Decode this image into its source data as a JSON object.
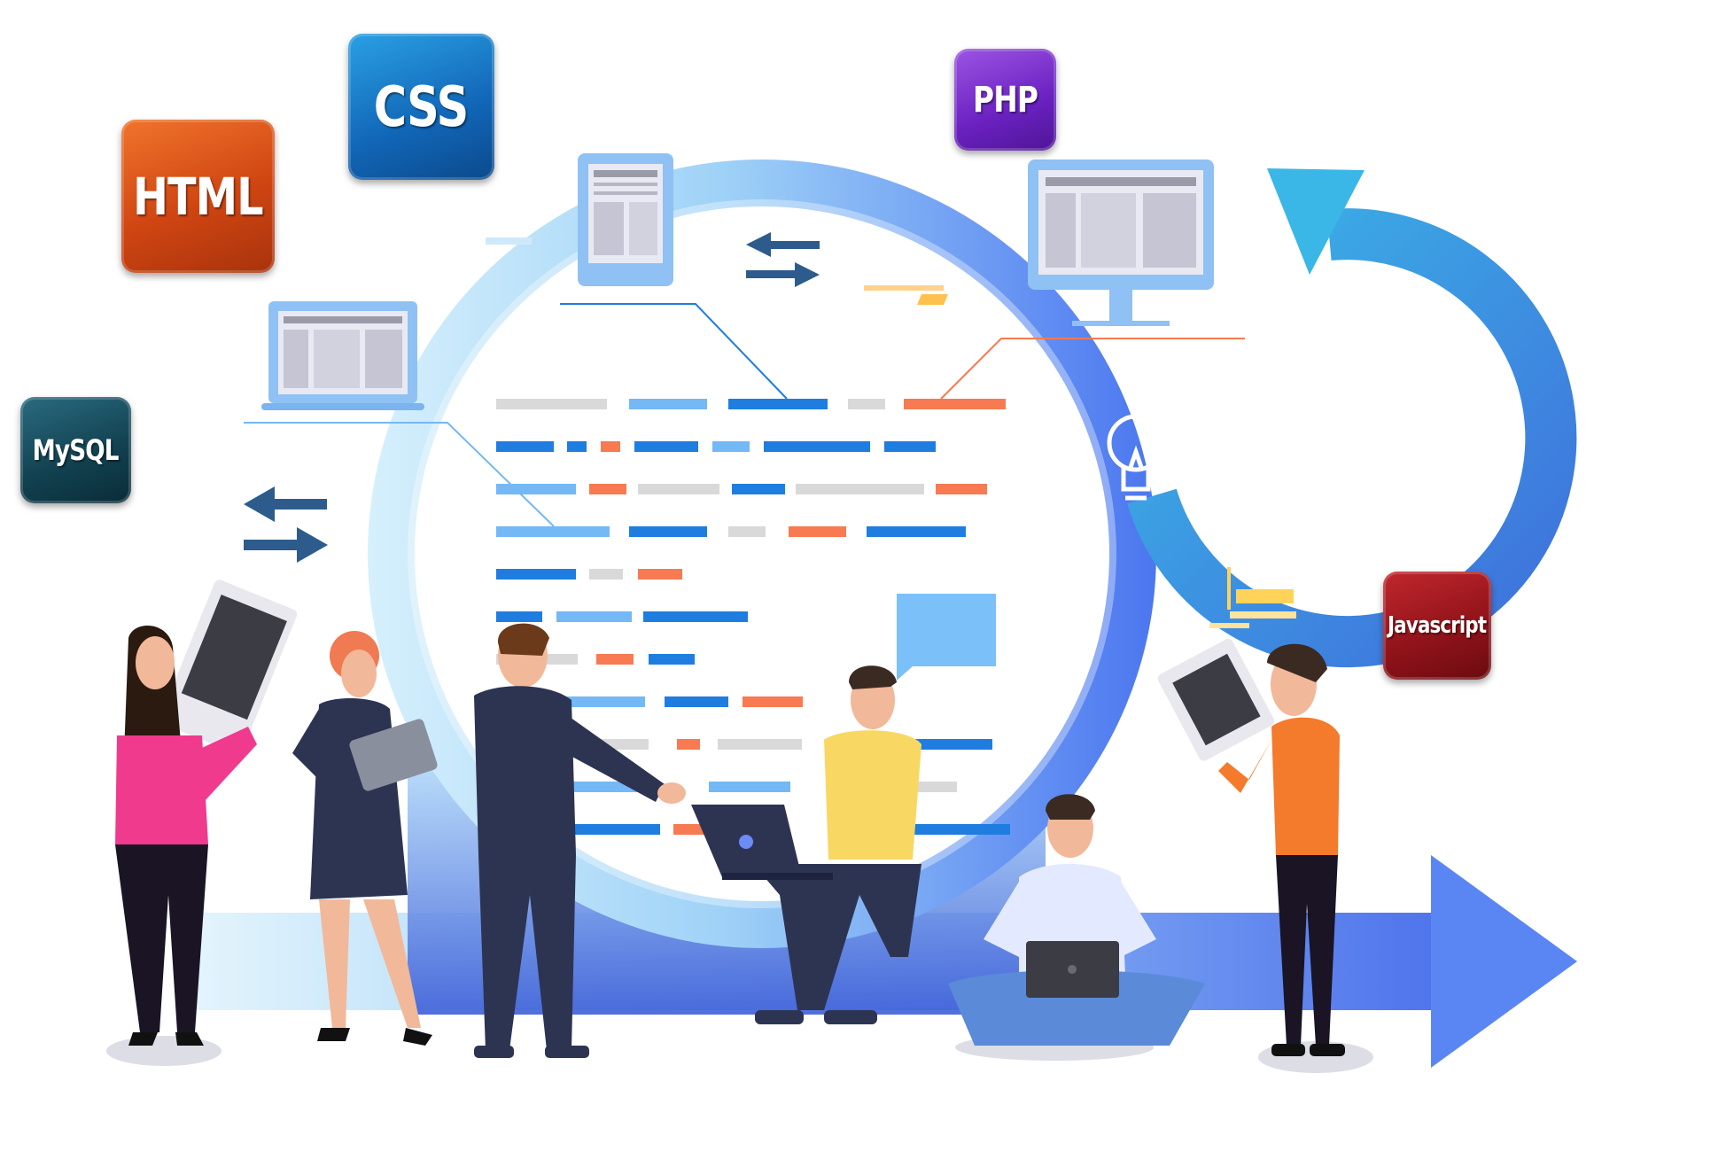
{
  "badges": {
    "html": "HTML",
    "css": "CSS",
    "php": "PHP",
    "mysql": "MySQL",
    "javascript": "Javascript"
  },
  "colors": {
    "ring_light": "#bfe3fb",
    "ring_dark": "#4f7cf2",
    "arrow_blue": "#5a86f4",
    "arrow_cyan": "#3eb0e4",
    "code_gray": "#d9d9d9",
    "code_blue": "#1f7de0",
    "code_lightblue": "#74b8f5",
    "code_orange": "#f77a52",
    "navy": "#2d3452",
    "pink": "#f03a8e",
    "skin": "#f2b89a"
  },
  "icons": [
    "laptop-icon",
    "tablet-icon",
    "monitor-icon",
    "lightbulb-icon",
    "swap-arrows-icon",
    "chat-bubble-icon",
    "cycle-arrow-icon",
    "forward-arrow-icon"
  ]
}
